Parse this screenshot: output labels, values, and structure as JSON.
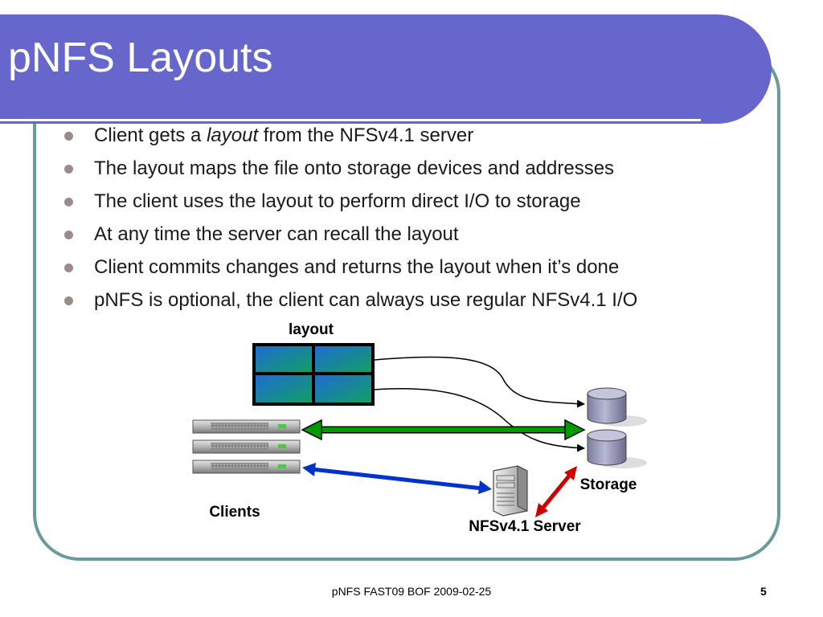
{
  "slide": {
    "title": "pNFS Layouts",
    "bullets": [
      {
        "before": "Client gets a ",
        "emphasis": "layout",
        "after": " from the NFSv4.1 server"
      },
      {
        "text": "The layout maps the file onto storage devices and addresses"
      },
      {
        "text": "The client uses the layout to perform direct I/O to storage"
      },
      {
        "text": "At any time the server can recall the layout"
      },
      {
        "text": "Client commits changes and returns the layout when it’s done"
      },
      {
        "text": "pNFS is optional, the client can always use regular NFSv4.1 I/O"
      }
    ],
    "diagram": {
      "layout_label": "layout",
      "clients_label": "Clients",
      "server_label": "NFSv4.1 Server",
      "storage_label": "Storage",
      "icons": [
        "layout-grid-icon",
        "rack-server-icon",
        "tower-server-icon",
        "storage-disk-icon"
      ],
      "colors": {
        "data_arrow": "#009900",
        "client_server_arrow": "#0033cc",
        "server_storage_arrow": "#cc0000"
      }
    },
    "footer": "pNFS FAST09 BOF 2009-02-25",
    "page_number": "5"
  },
  "theme": {
    "title_bar": "#6666cc",
    "frame_border": "#6b9a9c",
    "bullet_color": "#9c8b8b"
  }
}
